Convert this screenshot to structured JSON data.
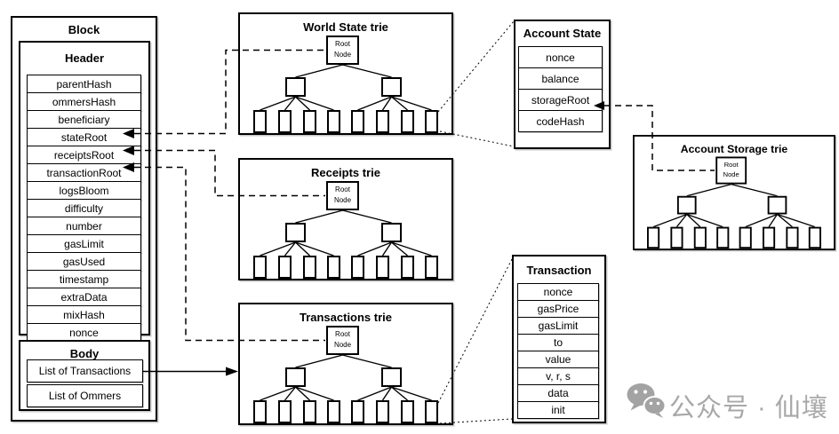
{
  "block": {
    "title": "Block",
    "header": {
      "title": "Header",
      "fields": [
        "parentHash",
        "ommersHash",
        "beneficiary",
        "stateRoot",
        "receiptsRoot",
        "transactionRoot",
        "logsBloom",
        "difficulty",
        "number",
        "gasLimit",
        "gasUsed",
        "timestamp",
        "extraData",
        "mixHash",
        "nonce"
      ]
    },
    "body": {
      "title": "Body",
      "items": [
        "List of Transactions",
        "List of Ommers"
      ]
    }
  },
  "tries": [
    {
      "title": "World State trie",
      "root_label": "Root Node"
    },
    {
      "title": "Receipts trie",
      "root_label": "Root Node"
    },
    {
      "title": "Transactions trie",
      "root_label": "Root Node"
    },
    {
      "title": "Account Storage trie",
      "root_label": "Root Node"
    }
  ],
  "account_state": {
    "title": "Account State",
    "fields": [
      "nonce",
      "balance",
      "storageRoot",
      "codeHash"
    ]
  },
  "transaction": {
    "title": "Transaction",
    "fields": [
      "nonce",
      "gasPrice",
      "gasLimit",
      "to",
      "value",
      "v, r, s",
      "data",
      "init"
    ]
  },
  "watermark": {
    "label": "公众号 · 仙壤",
    "icon": "wechat-icon",
    "color": "#a8a8a8"
  },
  "colors": {
    "line": "#000000",
    "background": "#ffffff"
  }
}
